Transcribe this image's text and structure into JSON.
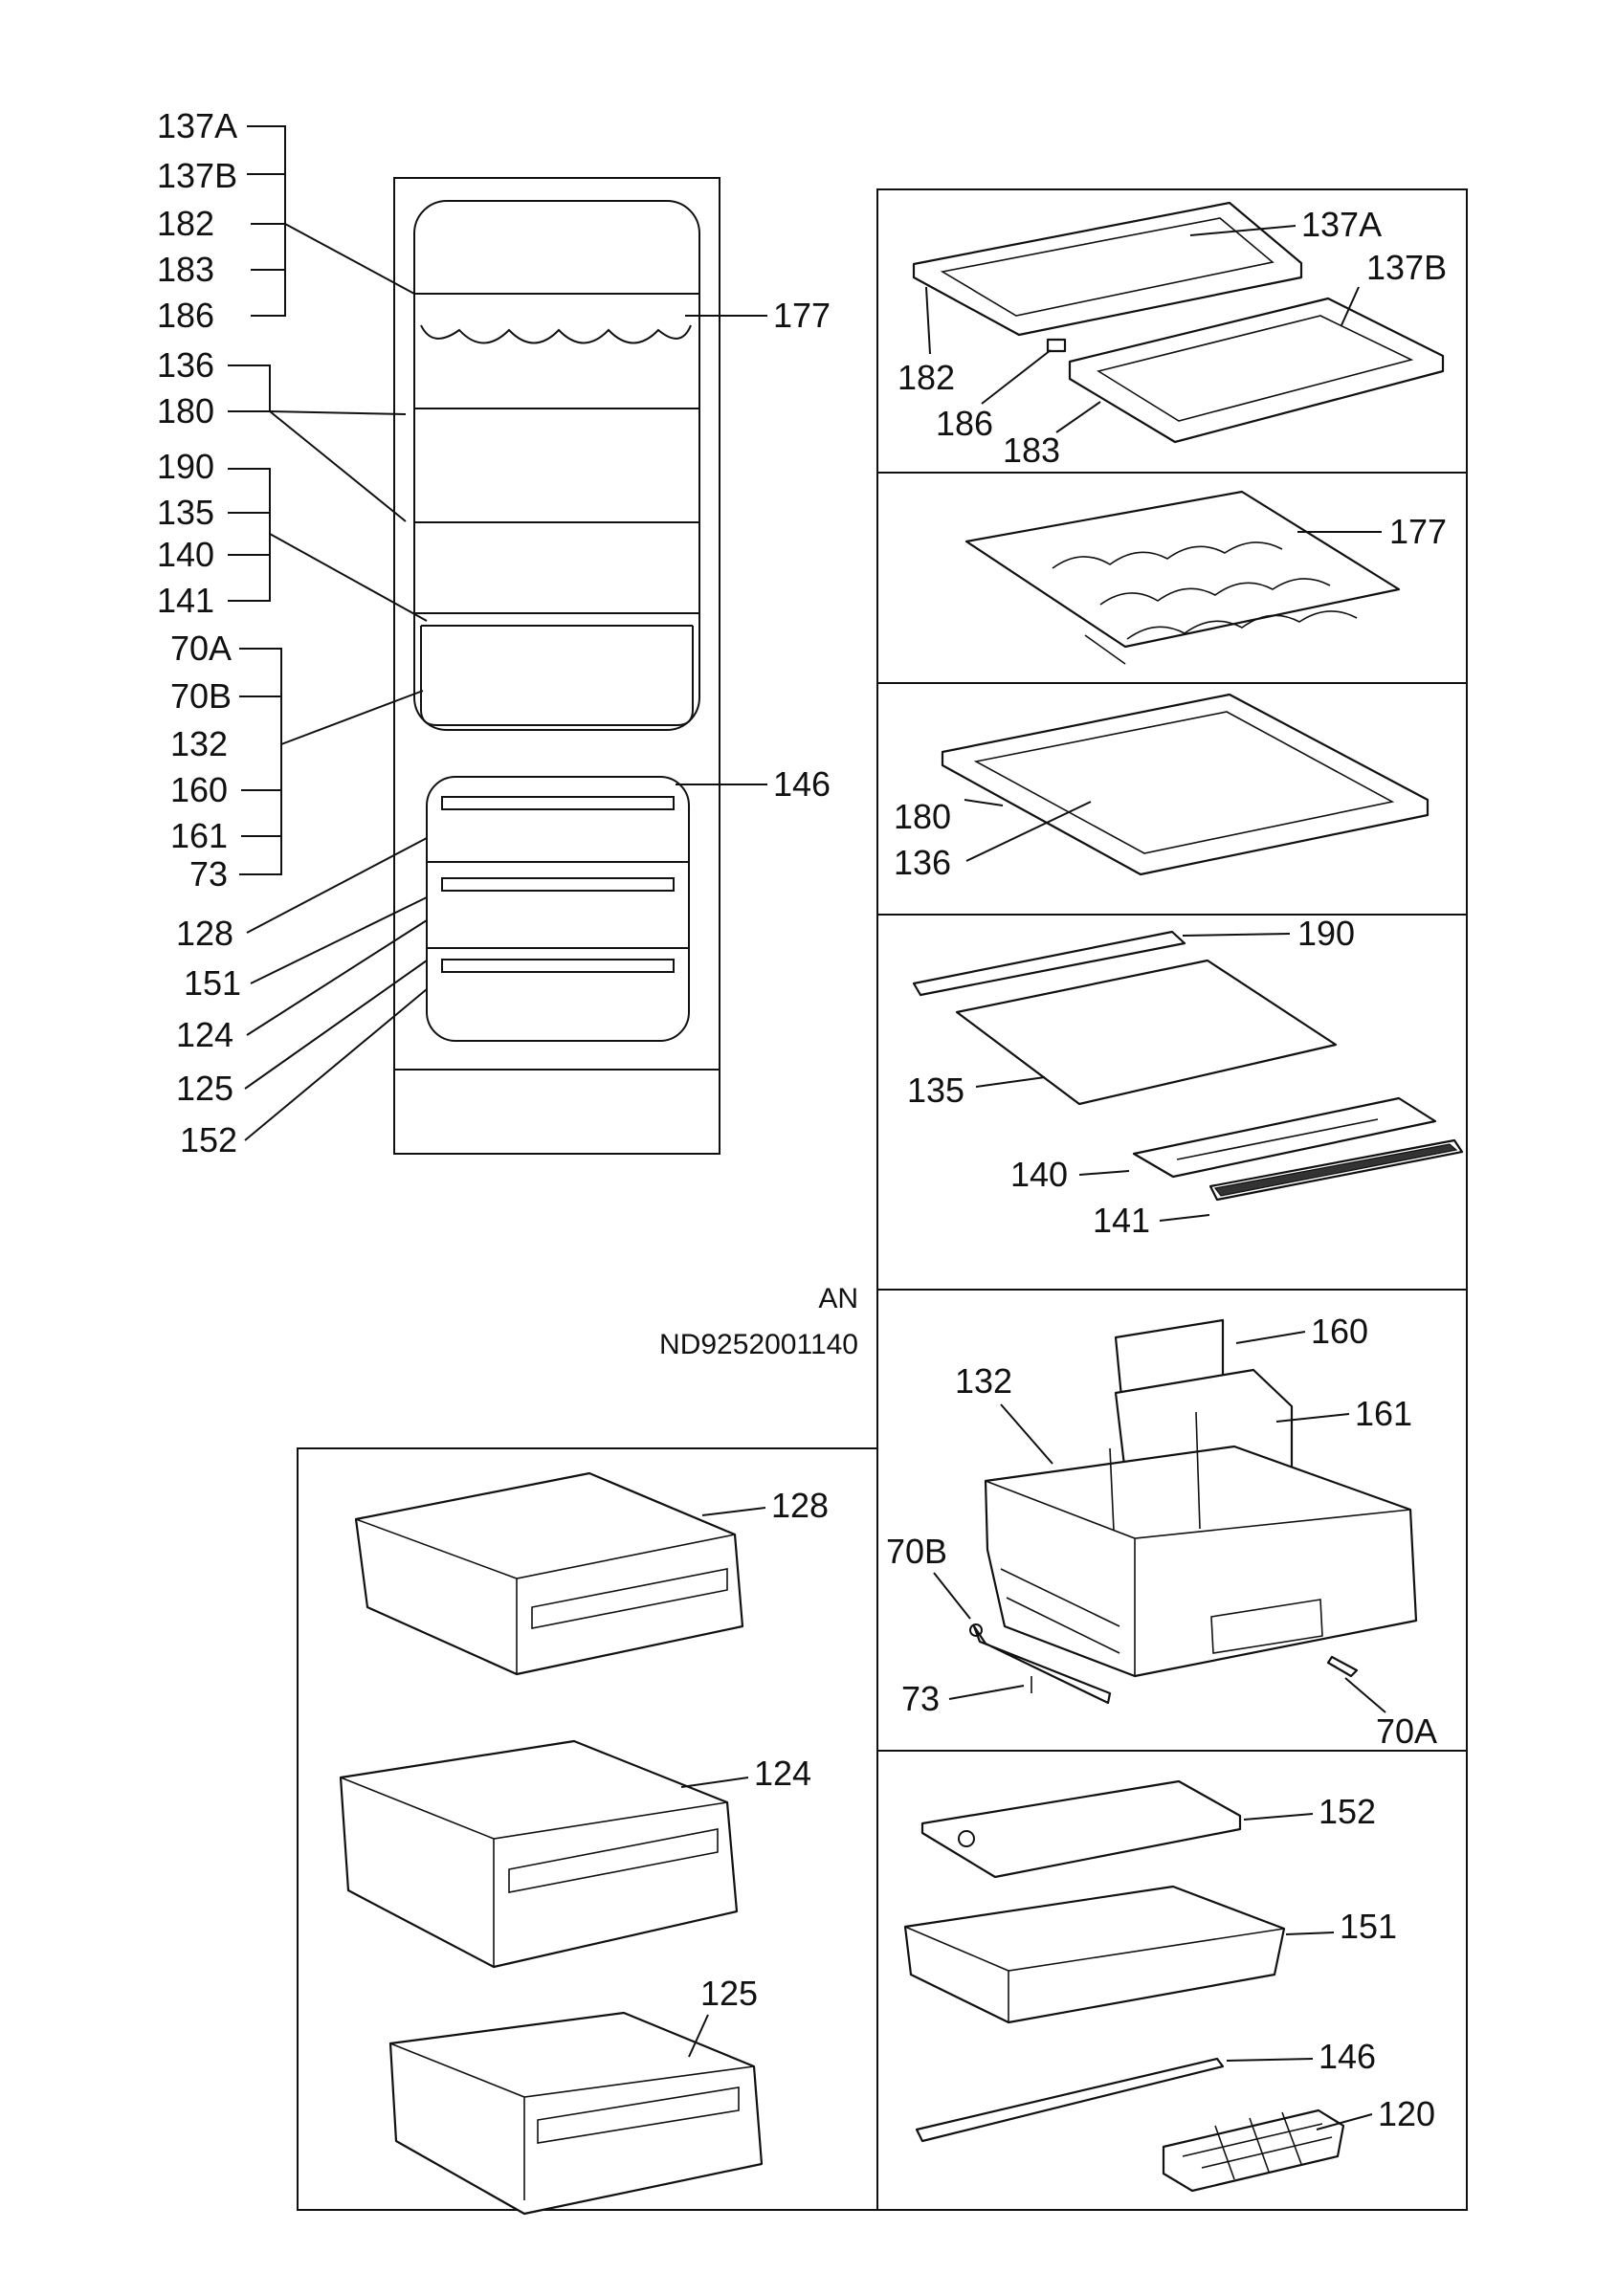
{
  "document": {
    "variant": "AN",
    "code": "ND9252001140"
  },
  "overview_labels": {
    "l137a": "137A",
    "l137b": "137B",
    "l182": "182",
    "l183": "183",
    "l186": "186",
    "l136": "136",
    "l180": "180",
    "l190": "190",
    "l135": "135",
    "l140": "140",
    "l141": "141",
    "l70a": "70A",
    "l70b": "70B",
    "l132": "132",
    "l160": "160",
    "l161": "161",
    "l73": "73",
    "l128": "128",
    "l151": "151",
    "l124": "124",
    "l125": "125",
    "l152": "152",
    "l177": "177",
    "l146": "146"
  },
  "panel_labels": {
    "p137a": "137A",
    "p137b": "137B",
    "p182": "182",
    "p186": "186",
    "p183": "183",
    "p177": "177",
    "p180": "180",
    "p136": "136",
    "p190": "190",
    "p135": "135",
    "p140": "140",
    "p141": "141",
    "p160": "160",
    "p132": "132",
    "p161": "161",
    "p70b": "70B",
    "p73": "73",
    "p70a": "70A",
    "p152": "152",
    "p151": "151",
    "p146": "146",
    "p120": "120",
    "p128": "128",
    "p124": "124",
    "p125": "125"
  }
}
